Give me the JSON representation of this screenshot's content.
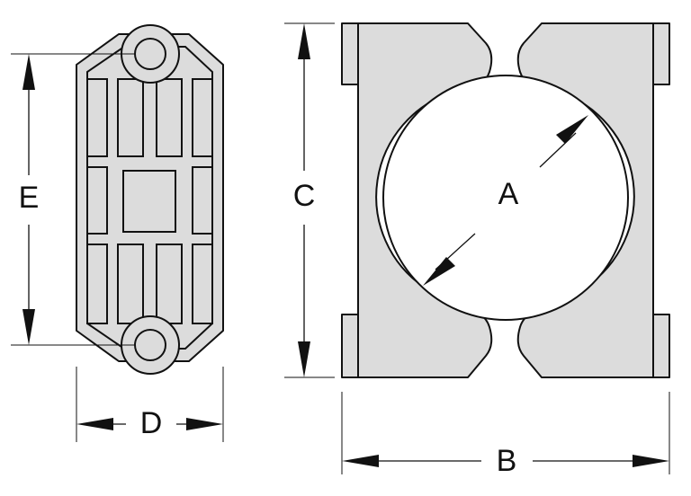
{
  "labels": {
    "A": "A",
    "B": "B",
    "C": "C",
    "D": "D",
    "E": "E"
  },
  "colors": {
    "part_fill": "#dcdcdc",
    "line": "#111111",
    "background": "#ffffff"
  }
}
